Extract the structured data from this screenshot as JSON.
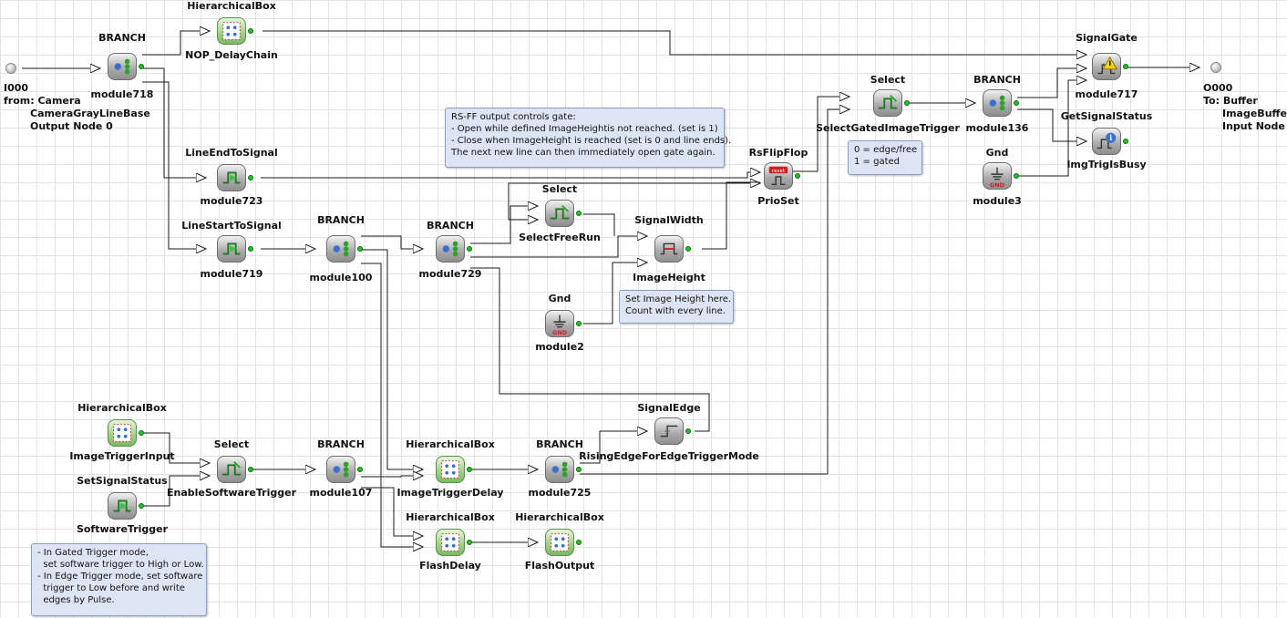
{
  "nodes": {
    "in_i000": {
      "type": "I000",
      "lines": [
        "from: Camera",
        "CameraGrayLineBase",
        "Output Node 0"
      ]
    },
    "out_o000": {
      "type": "O000",
      "lines": [
        "To: Buffer",
        "ImageBuffer",
        "Input Node I"
      ]
    },
    "nop_delaychain": {
      "type": "HierarchicalBox",
      "name": "NOP_DelayChain"
    },
    "module718": {
      "type": "BRANCH",
      "name": "module718"
    },
    "module723": {
      "type": "LineEndToSignal",
      "name": "module723"
    },
    "module719": {
      "type": "LineStartToSignal",
      "name": "module719"
    },
    "module100": {
      "type": "BRANCH",
      "name": "module100"
    },
    "module729": {
      "type": "BRANCH",
      "name": "module729"
    },
    "selectfreerun": {
      "type": "Select",
      "name": "SelectFreeRun"
    },
    "imageheight": {
      "type": "SignalWidth",
      "name": "ImageHeight"
    },
    "module2": {
      "type": "Gnd",
      "name": "module2"
    },
    "prioset": {
      "type": "RsFlipFlop",
      "name": "PrioSet"
    },
    "selectgatedimagetrigger": {
      "type": "Select",
      "name": "SelectGatedImageTrigger"
    },
    "module136": {
      "type": "BRANCH",
      "name": "module136"
    },
    "module3": {
      "type": "Gnd",
      "name": "module3"
    },
    "module717": {
      "type": "SignalGate",
      "name": "module717"
    },
    "imgtrigisbusy": {
      "type": "GetSignalStatus",
      "name": "ImgTrigIsBusy"
    },
    "imagetriggerinput": {
      "type": "HierarchicalBox",
      "name": "ImageTriggerInput"
    },
    "softwaretrigger": {
      "type": "SetSignalStatus",
      "name": "SoftwareTrigger"
    },
    "enablesoftwaretrigger": {
      "type": "Select",
      "name": "EnableSoftwareTrigger"
    },
    "module107": {
      "type": "BRANCH",
      "name": "module107"
    },
    "imagetriggerdelay": {
      "type": "HierarchicalBox",
      "name": "ImageTriggerDelay"
    },
    "module725": {
      "type": "BRANCH",
      "name": "module725"
    },
    "risingedge": {
      "type": "SignalEdge",
      "name": "RisingEdgeForEdgeTriggerMode"
    },
    "flashdelay": {
      "type": "HierarchicalBox",
      "name": "FlashDelay"
    },
    "flashoutput": {
      "type": "HierarchicalBox",
      "name": "FlashOutput"
    }
  },
  "notes": {
    "rsff": [
      "RS-FF output controls gate:",
      "- Open while defined ImageHeightis not reached. (set is 1)",
      "- Close when ImageHeight is reached (set is 0 and line ends).",
      "The next new line can then immediately open gate again."
    ],
    "edge": [
      "0 = edge/free",
      "1 = gated"
    ],
    "height": [
      "Set Image Height here.",
      "Count with every line."
    ],
    "trigger": [
      "- In Gated Trigger mode,",
      "  set software trigger to High or Low.",
      "- In Edge Trigger mode, set software",
      "  trigger to Low before and write",
      "  edges by Pulse."
    ]
  },
  "colors": {
    "wire": "#1a1a1a",
    "port": "#22c322",
    "note_bg": "#dde5f5",
    "grid": "#e4e4e4"
  },
  "icons": {
    "branch": "branch-icon",
    "hierarchical": "hierarchical-box-icon",
    "select": "select-icon",
    "gnd": "ground-icon",
    "signal": "signal-icon",
    "rsff": "flipflop-icon",
    "gate": "warning-icon",
    "status": "info-icon"
  }
}
